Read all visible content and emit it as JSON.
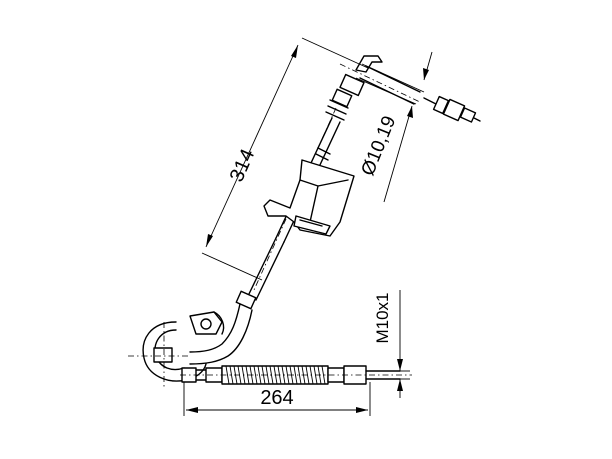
{
  "drawing": {
    "dimensions": {
      "length_diagonal": "314",
      "length_horizontal": "264",
      "diameter": "Ø10,19",
      "thread": "M10x1"
    },
    "ink_color": "#000000",
    "background_color": "#ffffff"
  }
}
